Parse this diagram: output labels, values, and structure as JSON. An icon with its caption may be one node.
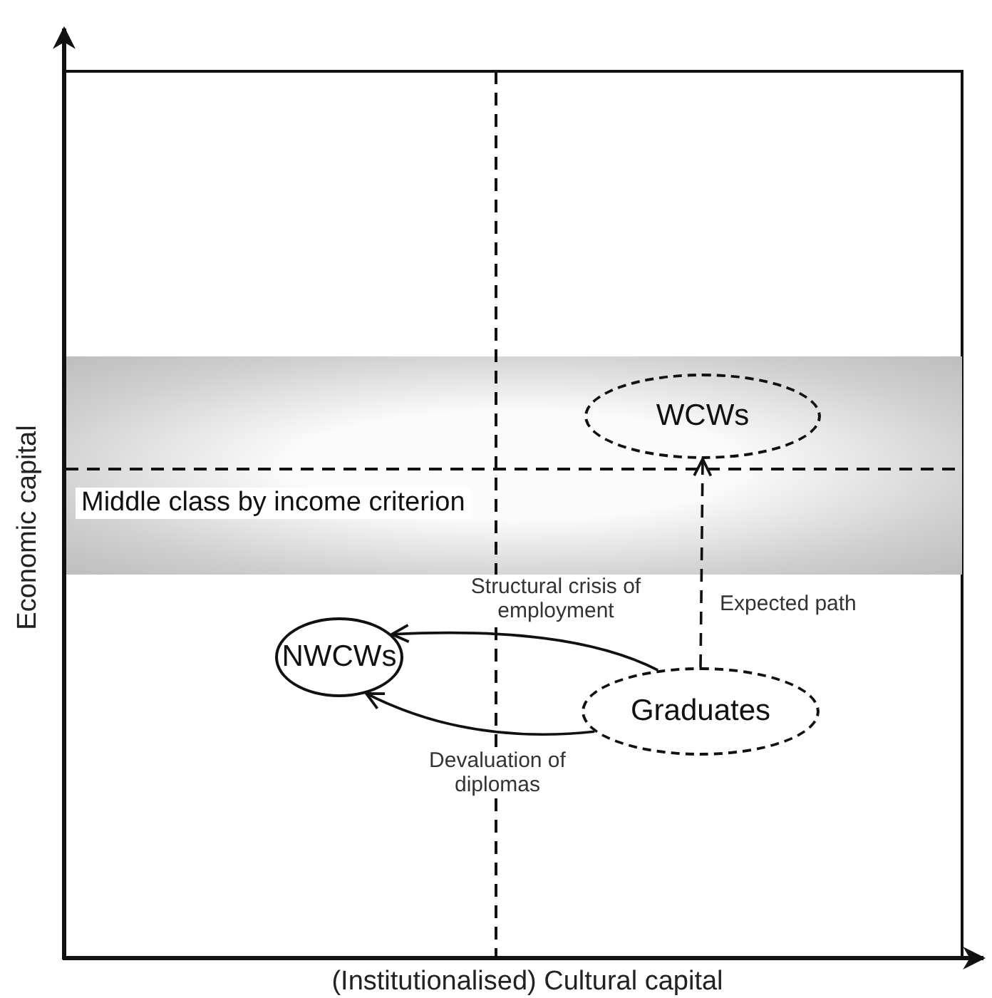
{
  "diagram": {
    "nodes": [
      {
        "text": [
          "Middle class by income criterion"
        ]
      },
      {
        "text": [
          "WCWs"
        ],
        "in": 0
      },
      {
        "text": [
          "NWCWs"
        ]
      },
      {
        "text": [
          "Graduates"
        ]
      }
    ],
    "edges": [
      {
        "from": 3,
        "to": 2,
        "arrow": "to",
        "label": "Structural crisis of employment"
      },
      {
        "from": 3,
        "to": 2,
        "arrow": "to",
        "label": "Devaluation of diplomas"
      },
      {
        "from": 3,
        "to": 1,
        "arrow": "to",
        "label": "Expected path",
        "style": "dashed"
      }
    ],
    "labels": [
      "Economic capital",
      "(Institutionalised) Cultural capital"
    ]
  }
}
